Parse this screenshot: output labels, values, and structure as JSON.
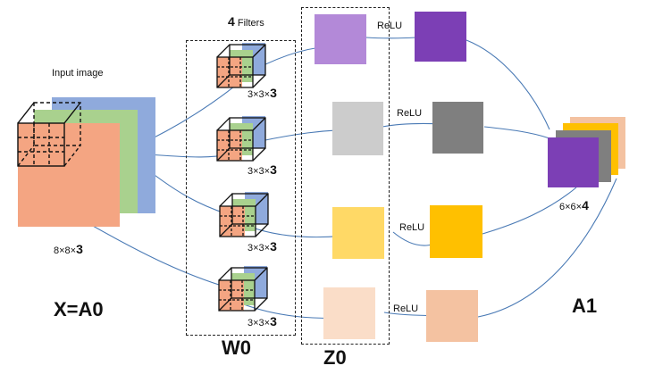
{
  "labels": {
    "input_caption": "Input image",
    "filters_count": "4",
    "filters_word": " Filters",
    "relu": "ReLU",
    "input_dims_a": "8×8×",
    "input_dims_b": "3",
    "filter_dims_a": "3×3×",
    "filter_dims_b": "3",
    "output_dims_a": "6×6×",
    "output_dims_b": "4",
    "x_label": "X=A0",
    "w_label": "W0",
    "z_label": "Z0",
    "a_label": "A1"
  },
  "colors": {
    "input_layers": [
      "#8FAADC",
      "#A9D18E",
      "#F4A582"
    ],
    "z0_maps": [
      "#B389D8",
      "#CCCCCC",
      "#FFD966",
      "#FADDC8"
    ],
    "a1_maps": [
      "#7C3FB5",
      "#7F7F7F",
      "#FFC000",
      "#F4C2A1"
    ],
    "connector_line": "#4A7AB5"
  }
}
